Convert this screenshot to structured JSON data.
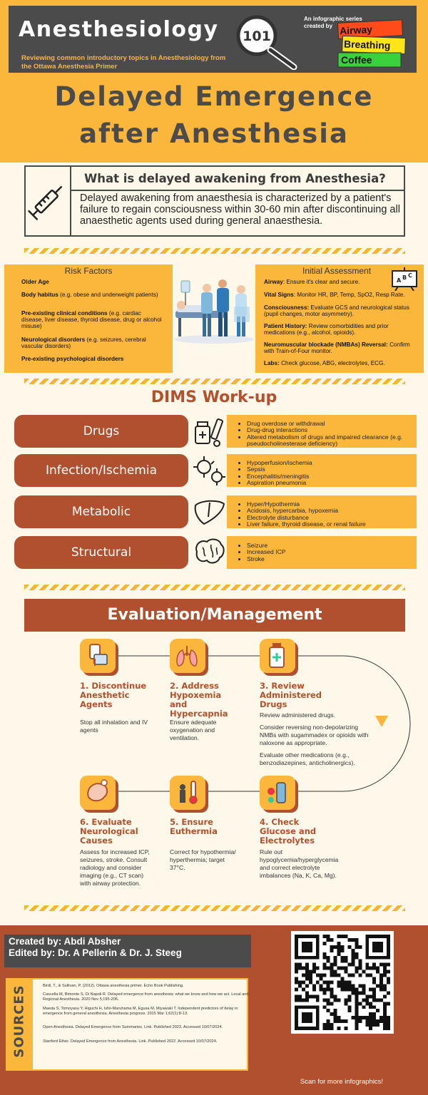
{
  "header": {
    "title": "Anesthesiology",
    "badge": "101",
    "subtitle": "Reviewing common introductory topics in Anesthesiology from the Ottawa Anesthesia Primer",
    "series_text": "An infographic series created by",
    "series_items": [
      "Airway",
      "Breathing",
      "Coffee"
    ]
  },
  "main_title_line1": "Delayed Emergence",
  "main_title_line2": "after Anesthesia",
  "definition": {
    "question": "What is delayed awakening from Anesthesia?",
    "answer": "Delayed awakening from anaesthesia is characterized by a patient's failure to regain consciousness within 30-60 min after discontinuing all anaesthetic agents used during general anaesthesia."
  },
  "risk_factors": {
    "heading": "Risk Factors",
    "items": [
      {
        "bold": "Older Age",
        "rest": ""
      },
      {
        "bold": "Body habitus",
        "rest": " (e.g. obese and underweight patients)"
      },
      {
        "bold": "Pre-existing clinical conditions",
        "rest": " (e.g. cardiac disease, liver disease, thyroid disease, drug or alcohol misuse)"
      },
      {
        "bold": "Neurological disorders",
        "rest": " (e.g. seizures, cerebral vascular disorders)"
      },
      {
        "bold": "Pre-existing psychological disorders",
        "rest": ""
      }
    ]
  },
  "assessment": {
    "heading": "Initial Assessment",
    "board_letters": [
      "A",
      "B",
      "C"
    ],
    "items": [
      {
        "bold": "Airway",
        "rest": ": Ensure it's clear and secure."
      },
      {
        "bold": "Vital Signs",
        "rest": ": Monitor HR, BP, Temp, SpO2, Resp Rate."
      },
      {
        "bold": "Consciousness:",
        "rest": " Evaluate GCS and neurological status (pupil changes, motor asymmetry)."
      },
      {
        "bold": "Patient History:",
        "rest": " Review comorbidities and prior medications (e.g., alcohol, opioids)."
      },
      {
        "bold": "Neuromuscular blockade (NMBAs) Reversal:",
        "rest": " Confirm with Train-of-Four monitor."
      },
      {
        "bold": "Labs:",
        "rest": " Check glucose, ABG, electrolytes, ECG."
      }
    ]
  },
  "dims": {
    "title": "DIMS Work-up",
    "rows": [
      {
        "label": "Drugs",
        "icon": "pills-icon",
        "bullets": [
          "Drug overdose or withdrawal",
          "Drug-drug interactions",
          "Altered metabolism of drugs and impaired clearance (e.g. pseudocholinesterase deficiency)"
        ]
      },
      {
        "label": "Infection/Ischemia",
        "icon": "virus-icon",
        "bullets": [
          "Hypoperfusion/ischemia",
          "Sepsis",
          "Encephalitis/meningitis",
          "Aspiration pneumonia"
        ]
      },
      {
        "label": "Metabolic",
        "icon": "liver-icon",
        "bullets": [
          "Hyper/Hypothermia",
          "Acidosis, hypercarbia, hypoxemia",
          "Electrolyte disturbance",
          "Liver failure, thyroid disease, or renal failure"
        ]
      },
      {
        "label": "Structural",
        "icon": "brain-icon",
        "bullets": [
          "Seizure",
          "Increased ICP",
          "Stroke"
        ]
      }
    ]
  },
  "evaluation": {
    "title": "Evaluation/Management",
    "steps": [
      {
        "title": "1. Discontinue Anesthetic Agents",
        "icon": "iv-bag-icon",
        "body": [
          "Stop all inhalation and IV agents"
        ]
      },
      {
        "title": "2. Address Hypoxemia and Hypercapnia",
        "icon": "lungs-icon",
        "body": [
          "Ensure adequate oxygenation and ventilation."
        ]
      },
      {
        "title": "3. Review Administered Drugs",
        "icon": "medicine-bottle-icon",
        "body": [
          "Review administered drugs.",
          "Consider reversing non-depolarizing NMBs with sugammadex or opioids with naloxone as appropriate.",
          "Evaluate other medications (e.g., benzodiazepines, anticholinergics)."
        ]
      },
      {
        "title": "4. Check Glucose and Electrolytes",
        "icon": "lab-test-icon",
        "body": [
          "Rule out hypoglycemia/hyperglycemia and correct electrolyte imbalances (Na, K, Ca, Mg)."
        ]
      },
      {
        "title": "5. Ensure Euthermia",
        "icon": "thermometer-icon",
        "body": [
          "Correct for hypothermia/ hyperthermia; target 37°C."
        ]
      },
      {
        "title": "6. Evaluate Neurological Causes",
        "icon": "head-brain-icon",
        "body": [
          "Assess for increased ICP, seizures, stroke. Consult radiology and consider imaging (e.g., CT scan) with airway protection."
        ]
      }
    ]
  },
  "footer": {
    "created_by": "Created by: Abdi Absher",
    "edited_by": "Edited by:  Dr. A Pellerin & Dr. J. Steeg",
    "sources_label": "SOURCES",
    "sources": [
      "Birdi, T., & Sullivan, P. (2012). Ottawa anesthesia primer. Echo Book Publishing.",
      "Cascella M, Bimonte S, Di Napoli R. Delayed emergence from anesthesia: what we know and how we act. Local and Regional Anesthesia. 2020 Nov 5;195-206.",
      "Maeda S, Tomoyasu Y, Higuchi H, Ishii-Maruhama M, Egusa M, Miyawaki T. Independent predictors of delay in emergence from general anesthesia. Anesthesia progress. 2015 Mar 1;62(1):8-13.",
      "Open Anesthesia. Delayed Emergence from Summaries. Link. Published 2023. Accessed 10/07/2024.",
      "Stanford Ether. Delayed Emergence from Anesthesia. Link. Published 2022. Accessed 10/07/2024."
    ],
    "qr_caption": "Scan for more infographics!"
  },
  "colors": {
    "orange": "#fbb73c",
    "rust": "#b0502e",
    "charcoal": "#4b4b4b",
    "cream": "#fdf8ea"
  }
}
